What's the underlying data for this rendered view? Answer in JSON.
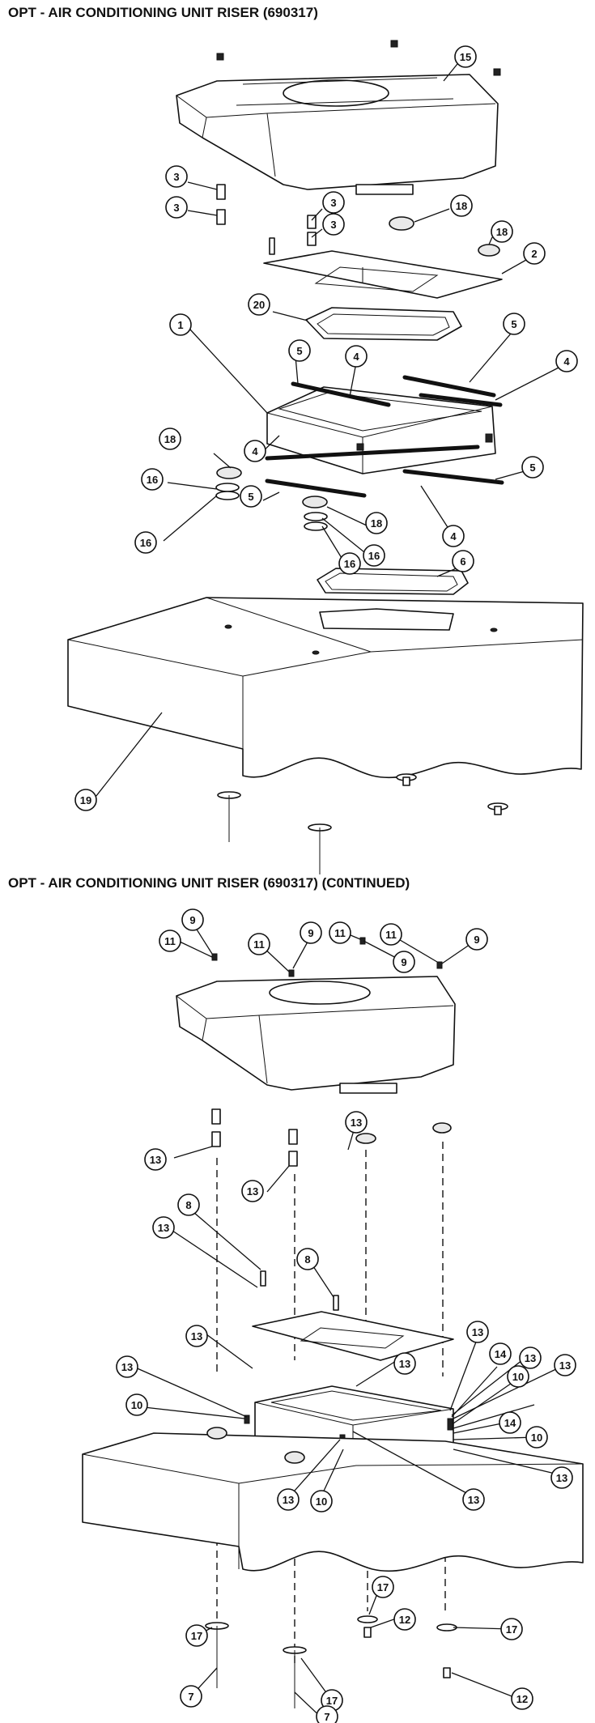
{
  "page": {
    "title_top": "OPT - AIR CONDITIONING UNIT RISER (690317)",
    "title_bottom": "OPT - AIR CONDITIONING UNIT RISER (690317)   (C0NTINUED)"
  },
  "diagram_top": {
    "callouts": [
      {
        "id": "15",
        "label": "15"
      },
      {
        "id": "3a",
        "label": "3"
      },
      {
        "id": "3b",
        "label": "3"
      },
      {
        "id": "3c",
        "label": "3"
      },
      {
        "id": "3d",
        "label": "3"
      },
      {
        "id": "18a",
        "label": "18"
      },
      {
        "id": "18b",
        "label": "18"
      },
      {
        "id": "2",
        "label": "2"
      },
      {
        "id": "20",
        "label": "20"
      },
      {
        "id": "1",
        "label": "1"
      },
      {
        "id": "5a",
        "label": "5"
      },
      {
        "id": "4a",
        "label": "4"
      },
      {
        "id": "5b",
        "label": "5"
      },
      {
        "id": "4b",
        "label": "4"
      },
      {
        "id": "18c",
        "label": "18"
      },
      {
        "id": "4c",
        "label": "4"
      },
      {
        "id": "5c",
        "label": "5"
      },
      {
        "id": "16a",
        "label": "16"
      },
      {
        "id": "5d",
        "label": "5"
      },
      {
        "id": "16b",
        "label": "16"
      },
      {
        "id": "18d",
        "label": "18"
      },
      {
        "id": "4d",
        "label": "4"
      },
      {
        "id": "16c",
        "label": "16"
      },
      {
        "id": "16d",
        "label": "16"
      },
      {
        "id": "6",
        "label": "6"
      },
      {
        "id": "19",
        "label": "19"
      }
    ]
  },
  "diagram_bottom": {
    "callouts": [
      {
        "id": "9a",
        "label": "9"
      },
      {
        "id": "11a",
        "label": "11"
      },
      {
        "id": "11b",
        "label": "11"
      },
      {
        "id": "9b",
        "label": "9"
      },
      {
        "id": "11c",
        "label": "11"
      },
      {
        "id": "9c",
        "label": "9"
      },
      {
        "id": "11d",
        "label": "11"
      },
      {
        "id": "9d",
        "label": "9"
      },
      {
        "id": "13a",
        "label": "13"
      },
      {
        "id": "13b",
        "label": "13"
      },
      {
        "id": "13c",
        "label": "13"
      },
      {
        "id": "8a",
        "label": "8"
      },
      {
        "id": "13d",
        "label": "13"
      },
      {
        "id": "8b",
        "label": "8"
      },
      {
        "id": "13e",
        "label": "13"
      },
      {
        "id": "13f",
        "label": "13"
      },
      {
        "id": "13g",
        "label": "13"
      },
      {
        "id": "13h",
        "label": "13"
      },
      {
        "id": "14a",
        "label": "14"
      },
      {
        "id": "13i",
        "label": "13"
      },
      {
        "id": "10a",
        "label": "10"
      },
      {
        "id": "10b",
        "label": "10"
      },
      {
        "id": "13j",
        "label": "13"
      },
      {
        "id": "14b",
        "label": "14"
      },
      {
        "id": "10c",
        "label": "10"
      },
      {
        "id": "13k",
        "label": "13"
      },
      {
        "id": "13l",
        "label": "13"
      },
      {
        "id": "13m",
        "label": "13"
      },
      {
        "id": "10d",
        "label": "10"
      },
      {
        "id": "17a",
        "label": "17"
      },
      {
        "id": "12a",
        "label": "12"
      },
      {
        "id": "17b",
        "label": "17"
      },
      {
        "id": "17c",
        "label": "17"
      },
      {
        "id": "12b",
        "label": "12"
      },
      {
        "id": "7a",
        "label": "7"
      },
      {
        "id": "17d",
        "label": "17"
      },
      {
        "id": "7b",
        "label": "7"
      }
    ]
  }
}
